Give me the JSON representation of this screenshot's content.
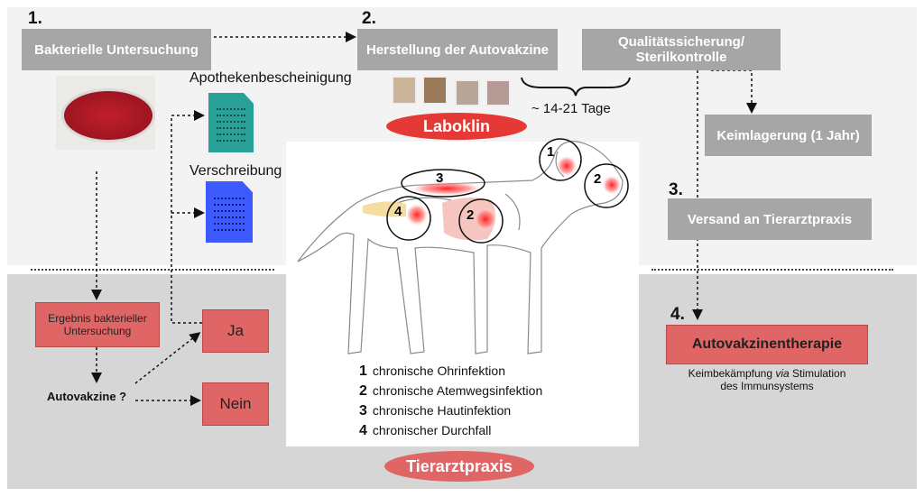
{
  "steps": {
    "s1": "1.",
    "s2": "2.",
    "s3": "3.",
    "s4": "4."
  },
  "boxes": {
    "bakterielle": "Bakterielle Untersuchung",
    "herstellung": "Herstellung der Autovakzine",
    "qualitaet_line1": "Qualitätssicherung/",
    "qualitaet_line2": "Sterilkontrolle",
    "keimlagerung": "Keimlagerung (1 Jahr)",
    "versand": "Versand an Tierarztpraxis",
    "ergebnis": "Ergebnis bakterieller Untersuchung",
    "ja": "Ja",
    "nein": "Nein",
    "therapie": "Autovakzinentherapie"
  },
  "labels": {
    "apotheke": "Apothekenbescheinigung",
    "verschreibung": "Verschreibung",
    "tage": "~ 14-21 Tage",
    "autovakzine_q": "Autovakzine ?",
    "therapie_desc_pre": "Keimbekämpfung ",
    "therapie_desc_via": "via",
    "therapie_desc_post": " Stimulation",
    "therapie_desc_line2": "des Immunsystems"
  },
  "ovals": {
    "laboklin": "Laboklin",
    "tierarzt": "Tierarztpraxis"
  },
  "legend": [
    {
      "num": "1",
      "text": "chronische Ohrinfektion"
    },
    {
      "num": "2",
      "text": "chronische Atemwegsinfektion"
    },
    {
      "num": "3",
      "text": "chronische Hautinfektion"
    },
    {
      "num": "4",
      "text": "chronischer Durchfall"
    }
  ],
  "dog_markers": {
    "m1": "1",
    "m2a": "2",
    "m2b": "2",
    "m3": "3",
    "m4": "4"
  },
  "colors": {
    "accent_red": "#e06565",
    "oval_red": "#e53935",
    "gray_box": "#a6a6a6",
    "doc_teal": "#2aa198",
    "doc_blue": "#3d5afe"
  }
}
